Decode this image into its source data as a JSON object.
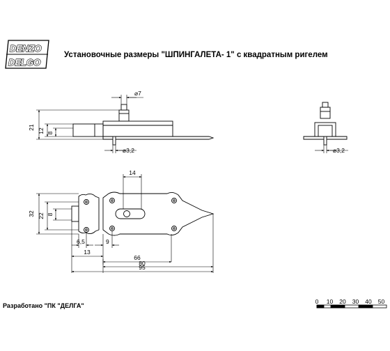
{
  "logo": {
    "line1": "DENZO",
    "line2": "DELGO"
  },
  "title": "Установочные размеры \"ШПИНГАЛЕТА- 1\"  с квадратным ригелем",
  "credit": "Разработано \"ПК \"ДЕЛГА\"",
  "dims_side": {
    "d7": "⌀7",
    "d32": "⌀3,2",
    "h21": "21",
    "h12": "12",
    "h8": "8"
  },
  "dims_end": {
    "d32": "⌀3,2"
  },
  "dims_plan": {
    "w14": "14",
    "h32": "32",
    "h22": "22",
    "h8": "8",
    "w65": "6,5",
    "w9": "9",
    "w13": "13",
    "w66": "66",
    "w80": "80",
    "w95": "95"
  },
  "scale": [
    "0",
    "10",
    "20",
    "30",
    "40",
    "50"
  ]
}
